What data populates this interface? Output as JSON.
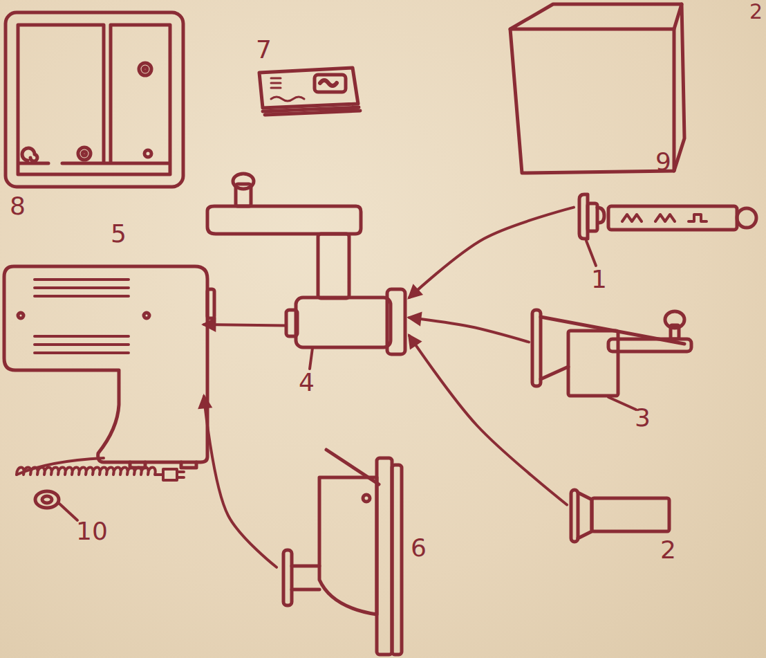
{
  "diagram": {
    "nodes": [
      {
        "text": [
          "8"
        ]
      },
      {
        "text": [
          "7"
        ]
      },
      {
        "text": [
          "9"
        ]
      },
      {
        "text": [
          "5"
        ]
      },
      {
        "text": [
          "4"
        ]
      },
      {
        "text": [
          "1"
        ]
      },
      {
        "text": [
          "3"
        ]
      },
      {
        "text": [
          "2"
        ]
      },
      {
        "text": [
          "6"
        ]
      },
      {
        "text": [
          "10"
        ]
      }
    ],
    "edges": [
      {
        "from": 5,
        "to": 4,
        "arrow": "to"
      },
      {
        "from": 6,
        "to": 4,
        "arrow": "to"
      },
      {
        "from": 7,
        "to": 4,
        "arrow": "to"
      },
      {
        "from": 4,
        "to": 3,
        "arrow": "to"
      },
      {
        "from": 8,
        "to": 3,
        "arrow": "to"
      }
    ],
    "labels": [
      "2"
    ]
  }
}
